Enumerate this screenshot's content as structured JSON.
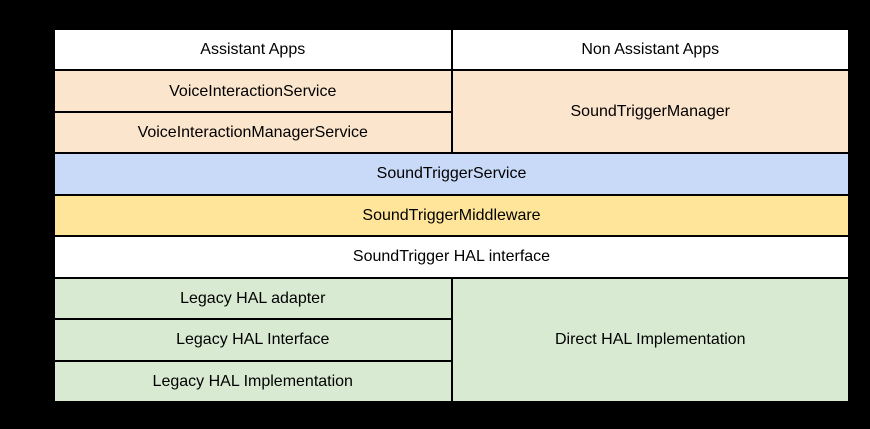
{
  "diagram": {
    "type": "layered-architecture-stack",
    "background_color": "#000000",
    "border_color": "#000000",
    "text_color": "#000000",
    "layer_colors": {
      "apps_row": "#ffffff",
      "framework_api": "#fce5cd",
      "system_service": "#c9daf8",
      "middleware": "#ffe599",
      "hal_interface_row": "#ffffff",
      "hal_implementation": "#d9ead3"
    },
    "cells": {
      "assistant_apps": "Assistant Apps",
      "non_assistant_apps": "Non Assistant Apps",
      "voice_interaction_service": "VoiceInteractionService",
      "voice_interaction_manager_service": "VoiceInteractionManagerService",
      "sound_trigger_manager": "SoundTriggerManager",
      "sound_trigger_service": "SoundTriggerService",
      "sound_trigger_middleware": "SoundTriggerMiddleware",
      "sound_trigger_hal_interface": "SoundTrigger HAL interface",
      "legacy_hal_adapter": "Legacy HAL adapter",
      "legacy_hal_interface": "Legacy HAL Interface",
      "legacy_hal_implementation": "Legacy HAL Implementation",
      "direct_hal_implementation": "Direct HAL Implementation"
    }
  }
}
